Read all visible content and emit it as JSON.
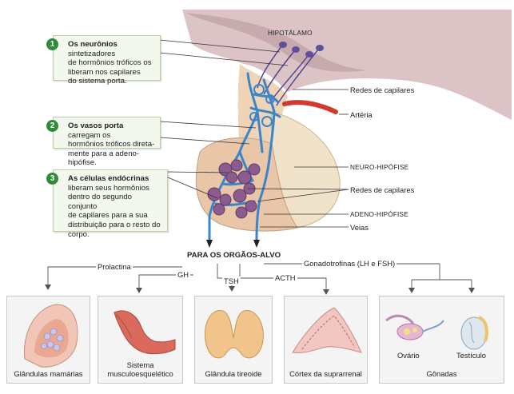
{
  "labels": {
    "hypothalamus": "HIPOTÁLAMO",
    "capillaries_top": "Redes de capilares",
    "artery": "Artéria",
    "neurohypophysis": "NEURO-HIPÓFISE",
    "capillaries_bottom": "Redes de capilares",
    "adenohypophysis": "ADENO-HIPÓFISE",
    "veins": "Veias",
    "target_title": "PARA OS ORGÃOS-ALVO"
  },
  "steps": [
    {
      "number": "1",
      "bold": "Os neurônios",
      "text_1": " sintetizadores",
      "text_2": "de hormônios tróficos os",
      "text_3": "liberam nos capilares",
      "text_4": "do sistema porta."
    },
    {
      "number": "2",
      "bold": "Os vasos porta",
      "text_1": " carregam os",
      "text_2": "hormônios tróficos direta-",
      "text_3": "mente para a adeno-hipófise.",
      "text_4": ""
    },
    {
      "number": "3",
      "bold": "As células endócrinas",
      "text_1": "liberam seus hormônios",
      "text_2": "dentro do segundo conjunto",
      "text_3": "de capilares para a sua",
      "text_4": "distribuição para o resto do",
      "text_5": "corpo."
    }
  ],
  "hormones": {
    "prolactin": "Prolactina",
    "gh": "GH",
    "tsh": "TSH",
    "acth": "ACTH",
    "gonadotropins": "Gonadotrofinas (LH e FSH)"
  },
  "targets": {
    "mammary": "Glândulas mamárias",
    "muscle_1": "Sistema",
    "muscle_2": "musculoesquelético",
    "thyroid": "Glândula tireoide",
    "adrenal": "Córtex da suprarrenal",
    "ovary": "Ovário",
    "testis": "Testículo",
    "gonads": "Gônadas"
  },
  "colors": {
    "vessel_blue": "#3a86c8",
    "artery_red": "#d23a2e",
    "callout_green": "#2f8a3a",
    "gland_tan": "#e9c9a8",
    "cell_purple": "#8c5c90"
  }
}
